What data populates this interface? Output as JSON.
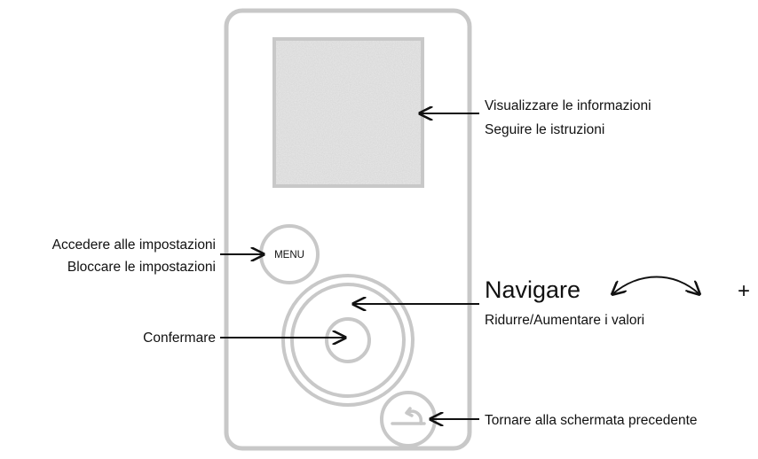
{
  "colors": {
    "device_outline": "#c8c8c8",
    "screen_fill": "#e6e6e6",
    "text": "#111111",
    "arrow": "#111111"
  },
  "device": {
    "menu_button": "MENU",
    "back_icon": "return-arrow-icon",
    "screen_texture": "grey-speckled"
  },
  "annotations": {
    "screen": {
      "line1": "Visualizzare le informazioni",
      "line2": "Seguire le istruzioni"
    },
    "menu": {
      "line1": "Accedere alle impostazioni",
      "line2": "Bloccare le impostazioni"
    },
    "wheel": {
      "title": "Navigare",
      "subtitle": "Ridurre/Aumentare i valori",
      "plus": "+"
    },
    "center": {
      "label": "Confermare"
    },
    "back": {
      "label": "Tornare alla schermata precedente"
    }
  }
}
